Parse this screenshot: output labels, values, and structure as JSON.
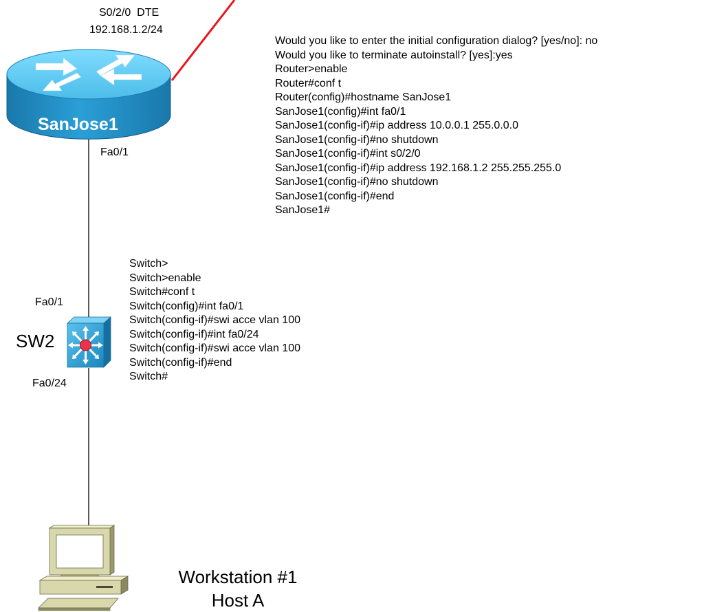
{
  "router": {
    "name": "SanJose1",
    "serial_interface": "S0/2/0  DTE",
    "serial_ip": "192.168.1.2/24",
    "lan_interface": "Fa0/1",
    "config_lines": [
      "Would you like to enter the initial configuration dialog? [yes/no]: no",
      "Would you like to terminate autoinstall? [yes]:yes",
      "Router>enable",
      "Router#conf t",
      "Router(config)#hostname SanJose1",
      "SanJose1(config)#int fa0/1",
      "SanJose1(config-if)#ip address 10.0.0.1 255.0.0.0",
      "SanJose1(config-if)#no shutdown",
      "SanJose1(config-if)#int s0/2/0",
      "SanJose1(config-if)#ip address 192.168.1.2 255.255.255.0",
      "SanJose1(config-if)#no shutdown",
      "SanJose1(config-if)#end",
      "SanJose1#"
    ]
  },
  "switch": {
    "name": "SW2",
    "uplink_interface": "Fa0/1",
    "host_interface": "Fa0/24",
    "config_lines": [
      "Switch>",
      "Switch>enable",
      "Switch#conf t",
      "Switch(config)#int fa0/1",
      "Switch(config-if)#swi acce vlan 100",
      "Switch(config-if)#int fa0/24",
      "Switch(config-if)#swi acce vlan 100",
      "Switch(config-if)#end",
      "Switch#"
    ]
  },
  "host": {
    "line1": "Workstation #1",
    "line2": "Host A"
  },
  "colors": {
    "router_top": "#6fd1f5",
    "router_side": "#1f8fc6",
    "switch_face": "#2aa5d8",
    "switch_center": "#e8344b",
    "serial_link": "#e8141e",
    "cable": "#000000",
    "pc_body": "#d8d8ac",
    "pc_dark": "#8a8a62"
  }
}
